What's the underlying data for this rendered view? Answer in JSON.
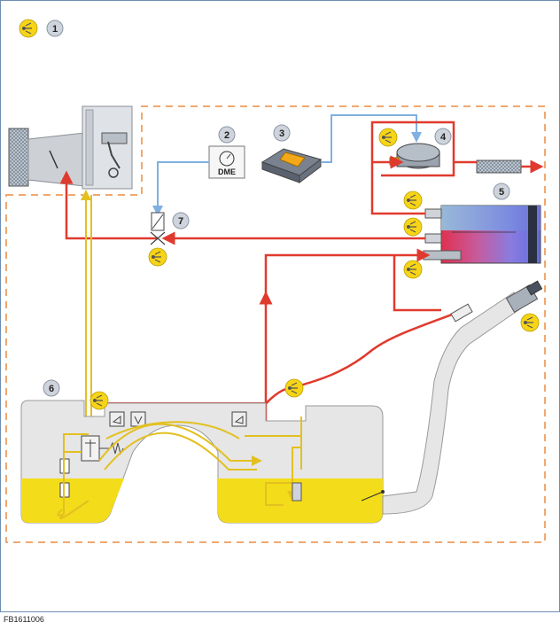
{
  "callouts": [
    "1",
    "2",
    "3",
    "4",
    "5",
    "6",
    "7"
  ],
  "dme_label": "DME",
  "figure_code": "FB1611006",
  "colors": {
    "frame_border": "#6d8fb0",
    "dashed_border": "#f0a870",
    "vapor_line": "#e03a2e",
    "fuel_line": "#e3c020",
    "signal_line": "#7fb0e0",
    "fuel_fill": "#f3dc1a",
    "tank_fill": "#e6e6e6",
    "emission_badge": "#f7d417",
    "callout_badge": "#cfd4dc"
  },
  "icons": [
    "emission-icon",
    "air-filter-icon",
    "engine-cylinder-icon",
    "control-unit-icon",
    "tank-vent-valve-icon",
    "carbon-canister-icon",
    "fuel-pump-icon",
    "filler-neck-icon"
  ]
}
